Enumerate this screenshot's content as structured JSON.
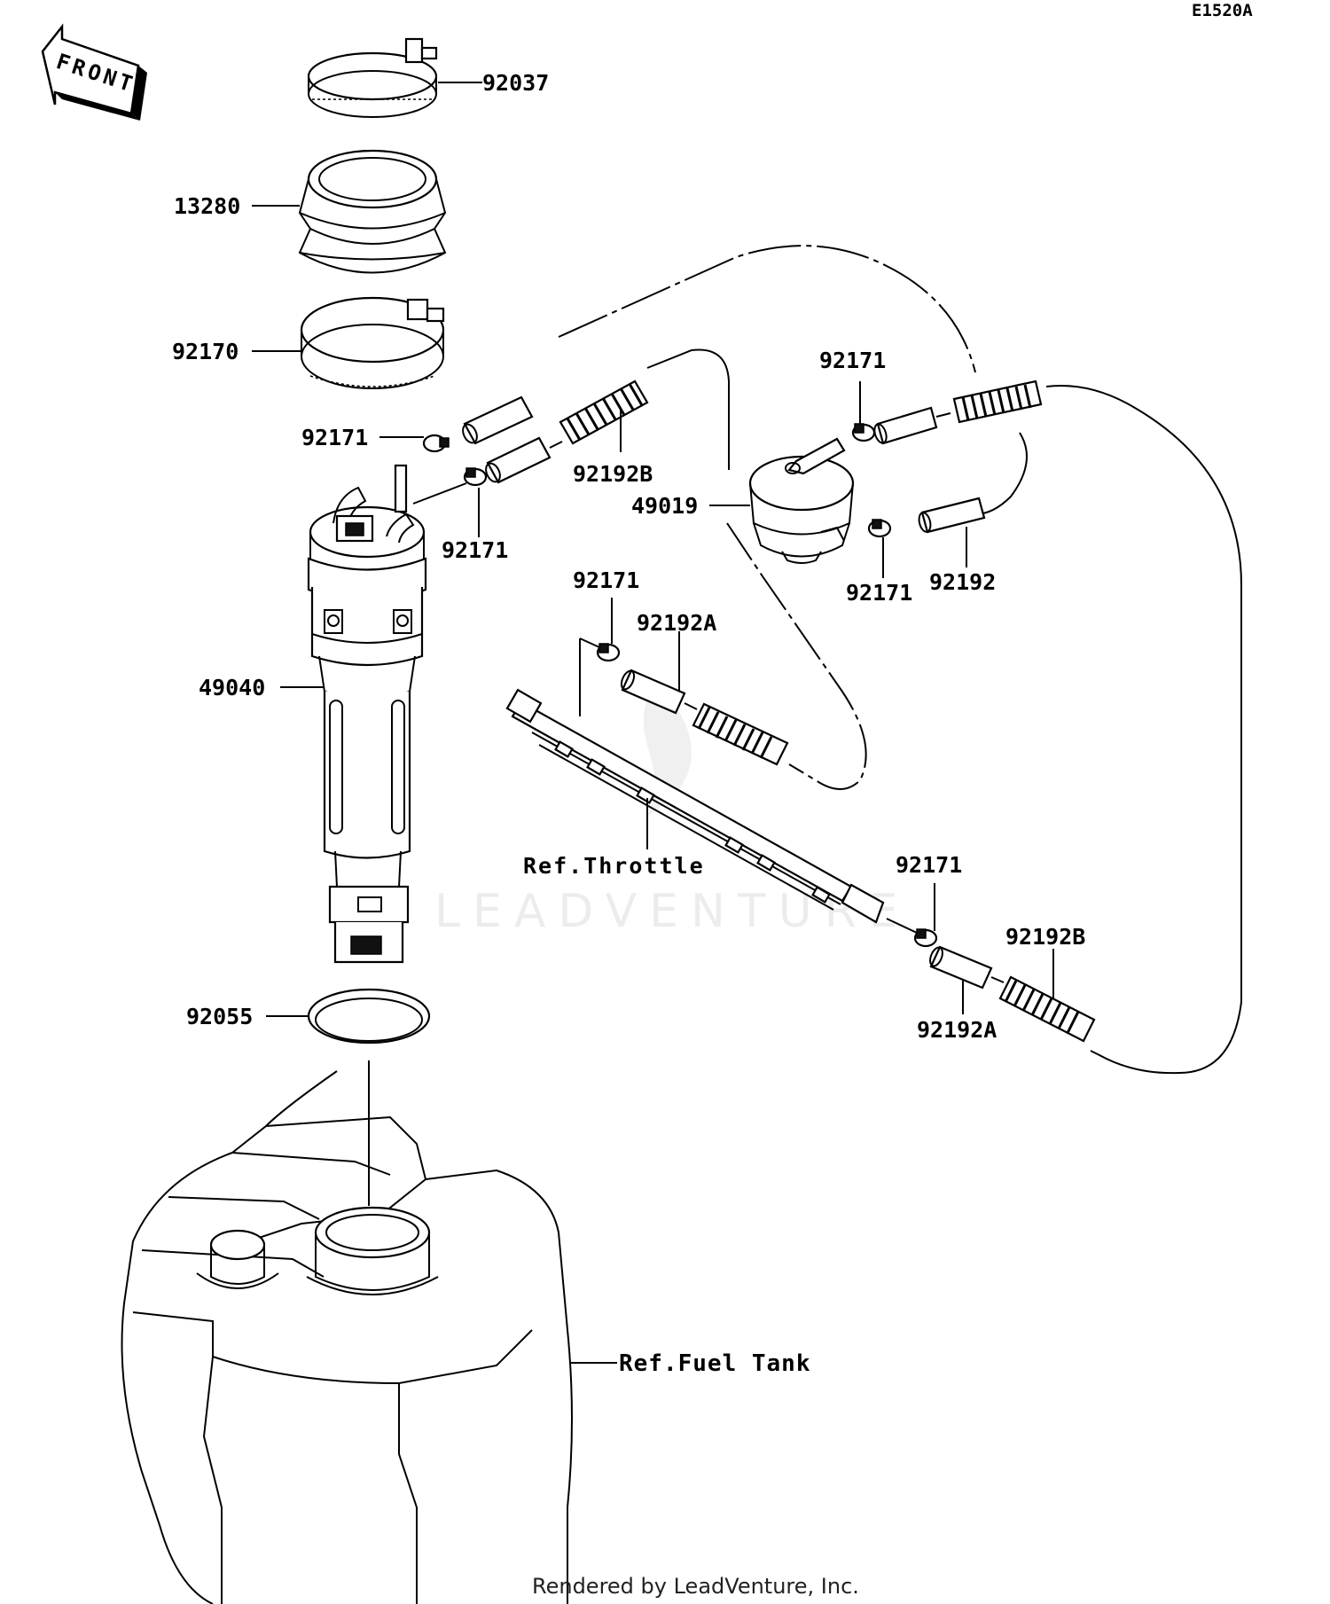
{
  "diagram_code": "E1520A",
  "front_label": "FRONT",
  "labels": {
    "p92037": "92037",
    "p13280": "13280",
    "p92170": "92170",
    "p92171_a": "92171",
    "p92171_b": "92171",
    "p92192B_a": "92192B",
    "p92171_c": "92171",
    "p49019": "49019",
    "p92171_d": "92171",
    "p92192": "92192",
    "p92171_e": "92171",
    "p92192A_a": "92192A",
    "p49040": "49040",
    "ref_throttle": "Ref.Throttle",
    "p92171_f": "92171",
    "p92192B_b": "92192B",
    "p92192A_b": "92192A",
    "p92055": "92055",
    "ref_fuel_tank": "Ref.Fuel Tank"
  },
  "watermark": "LEADVENTURE",
  "footer": "Rendered by LeadVenture, Inc."
}
